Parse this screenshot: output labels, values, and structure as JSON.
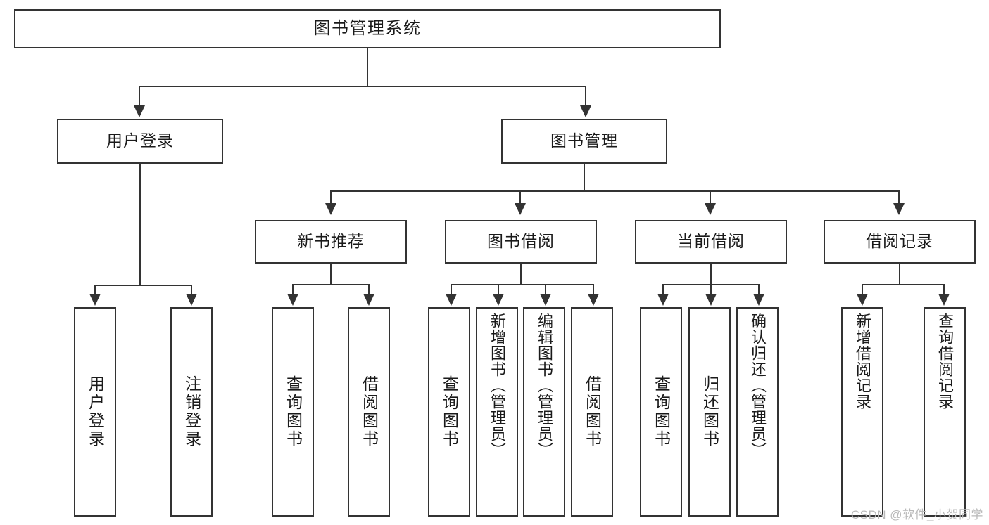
{
  "diagram": {
    "title": "图书管理系统",
    "type": "tree-hierarchy",
    "root": {
      "label": "图书管理系统"
    },
    "level2": [
      {
        "label": "用户登录"
      },
      {
        "label": "图书管理"
      }
    ],
    "level3": [
      {
        "label": "新书推荐"
      },
      {
        "label": "图书借阅"
      },
      {
        "label": "当前借阅"
      },
      {
        "label": "借阅记录"
      }
    ],
    "leaves": {
      "user_login": [
        {
          "label": "用户登录"
        },
        {
          "label": "注销登录"
        }
      ],
      "new_book_recommend": [
        {
          "label": "查询图书"
        },
        {
          "label": "借阅图书"
        }
      ],
      "book_borrow": [
        {
          "label": "查询图书"
        },
        {
          "label": "新增图书（管理员）"
        },
        {
          "label": "编辑图书（管理员）"
        },
        {
          "label": "借阅图书"
        }
      ],
      "current_borrow": [
        {
          "label": "查询图书"
        },
        {
          "label": "归还图书"
        },
        {
          "label": "确认归还（管理员）"
        }
      ],
      "borrow_record": [
        {
          "label": "新增借阅记录"
        },
        {
          "label": "查询借阅记录"
        }
      ]
    }
  },
  "watermark": {
    "text": "CSDN @软件_小贺同学"
  },
  "colors": {
    "stroke": "#333333",
    "fill": "#ffffff",
    "text": "#1a1a1a",
    "watermark": "#b9b9b9"
  }
}
